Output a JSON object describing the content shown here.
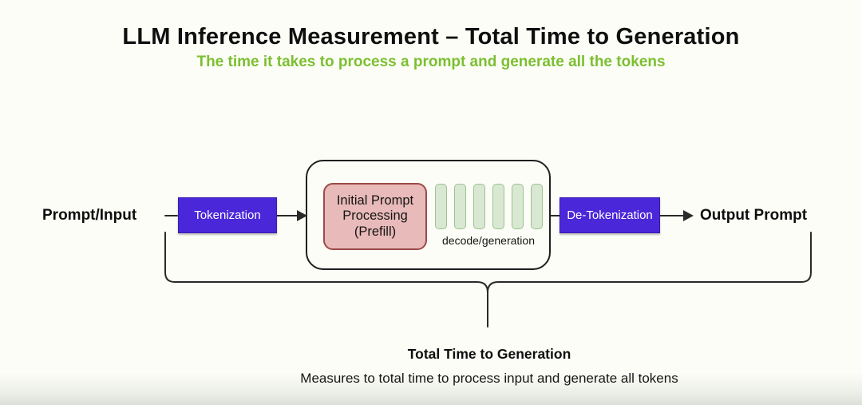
{
  "slide": {
    "title": "LLM Inference Measurement – Total Time to Generation",
    "subtitle": "The time it takes to process a prompt and generate all the tokens"
  },
  "diagram": {
    "input_label": "Prompt/Input",
    "tokenization_label": "Tokenization",
    "prefill_label": "Initial Prompt Processing (Prefill)",
    "decode_label": "decode/generation",
    "decode_token_count": 6,
    "detokenization_label": "De-Tokenization",
    "output_label": "Output Prompt"
  },
  "caption": {
    "heading": "Total Time to Generation",
    "description": "Measures to total time to process input and generate all tokens"
  },
  "colors": {
    "page_bg": "#fcfdf6",
    "page_bottom_fade": "#dcdfd9",
    "title_text": "#0f0f0f",
    "subtitle_green": "#7cbf31",
    "process_box_purple": "#4a27d9",
    "process_box_text": "#ffffff",
    "prefill_fill": "#e9baba",
    "prefill_border": "#9b4a47",
    "token_bar_fill": "#d8e8d2",
    "token_bar_border": "#9cc390",
    "connector_line": "#2a2a2a",
    "container_border": "#1f1f1f",
    "container_fill": "#fdfdf7"
  }
}
